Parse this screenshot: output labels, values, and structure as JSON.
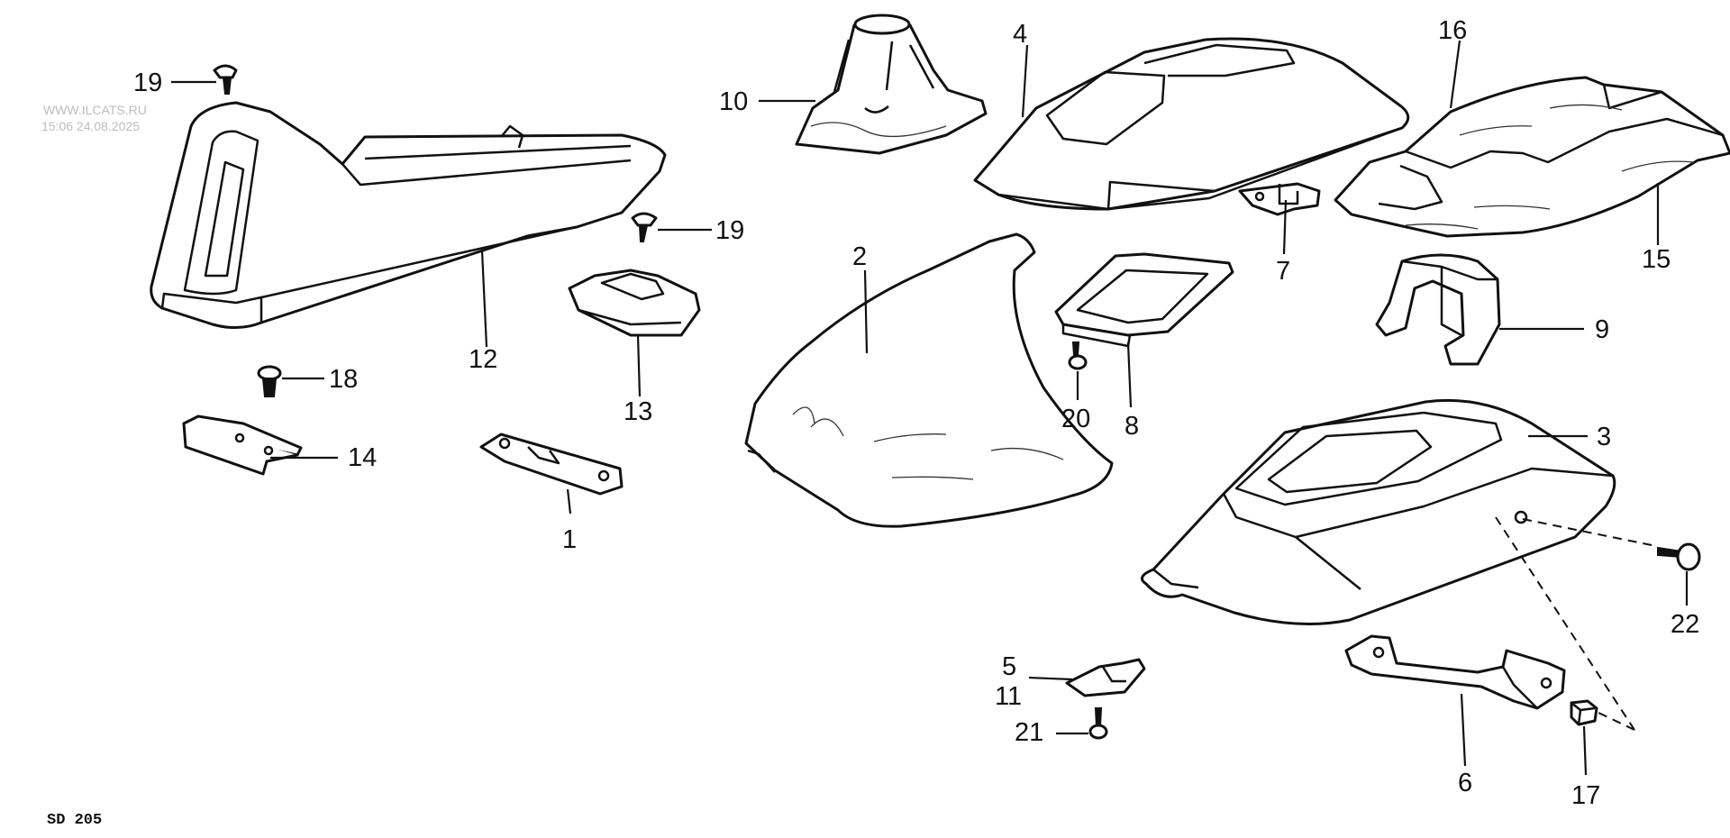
{
  "watermark": {
    "line1": "WWW.ILCATS.RU",
    "line2": "15:06 24.08.2025"
  },
  "diagram_code": "SD 205",
  "callouts": {
    "c1": "1",
    "c2": "2",
    "c3": "3",
    "c4": "4",
    "c5": "5",
    "c6": "6",
    "c7": "7",
    "c8": "8",
    "c9": "9",
    "c10": "10",
    "c11": "11",
    "c12": "12",
    "c13": "13",
    "c14": "14",
    "c15": "15",
    "c16": "16",
    "c17": "17",
    "c18": "18",
    "c19a": "19",
    "c19b": "19",
    "c20": "20",
    "c21": "21",
    "c22": "22"
  }
}
